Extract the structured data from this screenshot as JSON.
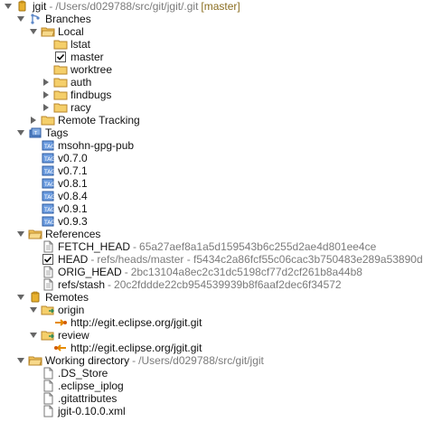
{
  "tree": {
    "items": [
      {
        "label": "jgit",
        "sep": "-",
        "detail": "/Users/d029788/src/git/jgit/.git",
        "suffix": "[master]",
        "icon": "repository-icon",
        "twisty": "expanded"
      },
      {
        "label": "Branches",
        "icon": "branches-icon",
        "twisty": "expanded"
      },
      {
        "label": "Local",
        "icon": "folder-open-icon",
        "twisty": "expanded"
      },
      {
        "label": "lstat",
        "icon": "folder-icon",
        "twisty": "none"
      },
      {
        "label": "master",
        "icon": "checked-out-branch-icon",
        "twisty": "none"
      },
      {
        "label": "worktree",
        "icon": "folder-icon",
        "twisty": "none"
      },
      {
        "label": "auth",
        "icon": "folder-icon",
        "twisty": "collapsed"
      },
      {
        "label": "findbugs",
        "icon": "folder-icon",
        "twisty": "collapsed"
      },
      {
        "label": "racy",
        "icon": "folder-icon",
        "twisty": "collapsed"
      },
      {
        "label": "Remote Tracking",
        "icon": "folder-icon",
        "twisty": "collapsed"
      },
      {
        "label": "Tags",
        "icon": "tags-icon",
        "twisty": "expanded"
      },
      {
        "label": "msohn-gpg-pub",
        "icon": "tag-icon",
        "twisty": "none"
      },
      {
        "label": "v0.7.0",
        "icon": "tag-icon",
        "twisty": "none"
      },
      {
        "label": "v0.7.1",
        "icon": "tag-icon",
        "twisty": "none"
      },
      {
        "label": "v0.8.1",
        "icon": "tag-icon",
        "twisty": "none"
      },
      {
        "label": "v0.8.4",
        "icon": "tag-icon",
        "twisty": "none"
      },
      {
        "label": "v0.9.1",
        "icon": "tag-icon",
        "twisty": "none"
      },
      {
        "label": "v0.9.3",
        "icon": "tag-icon",
        "twisty": "none"
      },
      {
        "label": "References",
        "icon": "folder-open-icon",
        "twisty": "expanded"
      },
      {
        "label": "FETCH_HEAD",
        "sep": "-",
        "detail": "65a27aef8a1a5d159543b6c255d2ae4d801ee4ce",
        "icon": "reference-icon",
        "twisty": "none"
      },
      {
        "label": "HEAD",
        "sep": "-",
        "detail": "refs/heads/master - f5434c2a86fcf55c06cac3b750483e289a53890d",
        "icon": "checked-reference-icon",
        "twisty": "none"
      },
      {
        "label": "ORIG_HEAD",
        "sep": "-",
        "detail": "2bc13104a8ec2c31dc5198cf77d2cf261b8a44b8",
        "icon": "reference-icon",
        "twisty": "none"
      },
      {
        "label": "refs/stash",
        "sep": "-",
        "detail": "20c2fddde22cb954539939b8f6aaf2dec6f34572",
        "icon": "reference-icon",
        "twisty": "none"
      },
      {
        "label": "Remotes",
        "icon": "remotes-icon",
        "twisty": "expanded"
      },
      {
        "label": "origin",
        "icon": "remote-icon",
        "twisty": "expanded"
      },
      {
        "label": "http://egit.eclipse.org/jgit.git",
        "icon": "fetch-icon",
        "twisty": "none"
      },
      {
        "label": "review",
        "icon": "remote-icon",
        "twisty": "expanded"
      },
      {
        "label": "http://egit.eclipse.org/jgit.git",
        "icon": "push-icon",
        "twisty": "none"
      },
      {
        "label": "Working directory",
        "sep": "-",
        "detail": "/Users/d029788/src/git/jgit",
        "icon": "folder-open-icon",
        "twisty": "expanded"
      },
      {
        "label": ".DS_Store",
        "icon": "file-icon",
        "twisty": "none"
      },
      {
        "label": ".eclipse_iplog",
        "icon": "file-icon",
        "twisty": "none"
      },
      {
        "label": ".gitattributes",
        "icon": "file-icon",
        "twisty": "none"
      },
      {
        "label": "jgit-0.10.0.xml",
        "icon": "file-icon",
        "twisty": "none"
      }
    ]
  }
}
